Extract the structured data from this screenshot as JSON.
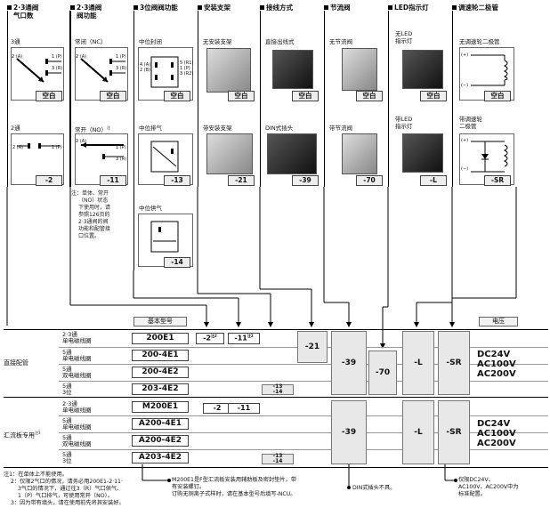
{
  "headers": {
    "h1a": "2·3通阀",
    "h1b": "气口数",
    "h2a": "2·3通阀",
    "h2b": "阀功能",
    "h3": "3位阀阀功能",
    "h4": "安装支架",
    "h5": "接线方式",
    "h6": "节流阀",
    "h7": "LED指示灯",
    "h8": "调速轮二极管"
  },
  "col1": {
    "top_label": "3通",
    "top_code": "空白",
    "bottom_label": "2通",
    "bottom_code": "-2",
    "ports_top": [
      "2 (A)",
      "1 (P)",
      "3 (R)"
    ],
    "ports_bottom": [
      "2 (A)",
      "1 (P)"
    ]
  },
  "col2": {
    "top_label": "常闭（NC）",
    "top_code": "空白",
    "bottom_label": "常开（NO）",
    "bottom_sup": "注",
    "bottom_code": "-11",
    "ports_top": [
      "2 (A)",
      "1 (P)",
      "3 (R)"
    ],
    "ports_bottom": [
      "2 (A)",
      "1 (P)",
      "3 (R)"
    ],
    "note": [
      "注：单体、常开",
      "（NO）状态",
      "下使用时，请",
      "参照126页的",
      "2·3通阀的阀",
      "功能和配管接",
      "口位置。"
    ]
  },
  "col3": {
    "a_label": "中位封闭",
    "a_code": "空白",
    "b_label": "中位排气",
    "b_code": "-13",
    "c_label": "中位供气",
    "c_code": "-14",
    "ports": [
      "4 (A)",
      "2 (B)",
      "5 (R1)",
      "1 (P)",
      "3 (R2)"
    ]
  },
  "col4": {
    "top_label": "无安装支架",
    "top_code": "空白",
    "bottom_label": "带安装支架",
    "bottom_code": "-21"
  },
  "col5": {
    "top_label": "直接出线式",
    "top_code": "空白",
    "bottom_label": "DIN式插头",
    "bottom_code": "-39"
  },
  "col6": {
    "top_label": "无节流阀",
    "top_code": "空白",
    "bottom_label": "带节流阀",
    "bottom_code": "-70"
  },
  "col7": {
    "top_label1": "无LED",
    "top_label2": "指示灯",
    "top_code": "空白",
    "bottom_label1": "带LED",
    "bottom_label2": "指示灯",
    "bottom_code": "-L"
  },
  "col8": {
    "top_label": "无调速轮二极管",
    "top_code": "空白",
    "bottom_label1": "带调速轮",
    "bottom_label2": "二极管",
    "bottom_code": "-SR",
    "plus": "(+)",
    "minus": "(−)"
  },
  "table": {
    "basic_model": "基本型号",
    "voltage": "电压",
    "group1": "直接配管",
    "group2": "汇流板专用",
    "group2_sup": "注3",
    "rows": [
      {
        "l1": "2·3通",
        "l2": "单电磁线圈",
        "model": "200E1"
      },
      {
        "l1": "5通",
        "l2": "单电磁线圈",
        "model": "200-4E1"
      },
      {
        "l1": "5通",
        "l2": "双电磁线圈",
        "model": "200-4E2"
      },
      {
        "l1": "5通",
        "l2": "3位",
        "model": "203-4E2"
      },
      {
        "l1": "2·3通",
        "l2": "单电磁线圈",
        "model": "M200E1"
      },
      {
        "l1": "5通",
        "l2": "单电磁线圈",
        "model": "A200-4E1"
      },
      {
        "l1": "5通",
        "l2": "双电磁线圈",
        "model": "A200-4E2"
      },
      {
        "l1": "5通",
        "l2": "3位",
        "model": "A203-4E2"
      }
    ],
    "opt_2": "-2",
    "opt_2_sup": "注2",
    "opt_11": "-11",
    "opt_11_sup": "注2",
    "opt_2b": "-2",
    "opt_11b": "-11",
    "opt_13": "-13",
    "opt_14": "-14",
    "opt_21": "-21",
    "opt_39": "-39",
    "opt_39b": "-39",
    "opt_70": "-70",
    "opt_L": "-L",
    "opt_Lb": "-L",
    "opt_SR": "-SR",
    "opt_SRb": "-SR",
    "volts": [
      "DC24V",
      "AC100V",
      "AC200V"
    ]
  },
  "footnotes": {
    "n1": "注1：在单体上不能使用。",
    "n2a": "2：仅限2气口的情况，请务必用200E1-2·11·",
    "n2b": "3气口的情况下，通过往3（R）气口供气、",
    "n2c": "1（P）气口排气，可使用常开（NO）。",
    "n3": "3：因为带有填头，请在使用前先将其安装好。",
    "m1a": "M200E1是F型汇流板安装用辅助板及密封垫片，带",
    "m1b": "有安装螺钉。",
    "m2": "订购无铜离子式样时，请在基本型号后填写-NCU。",
    "din": "DIN式插头不具。",
    "v1": "仅限DC24V、",
    "v2": "AC100V、AC200V中为",
    "v3": "标准配置。"
  }
}
